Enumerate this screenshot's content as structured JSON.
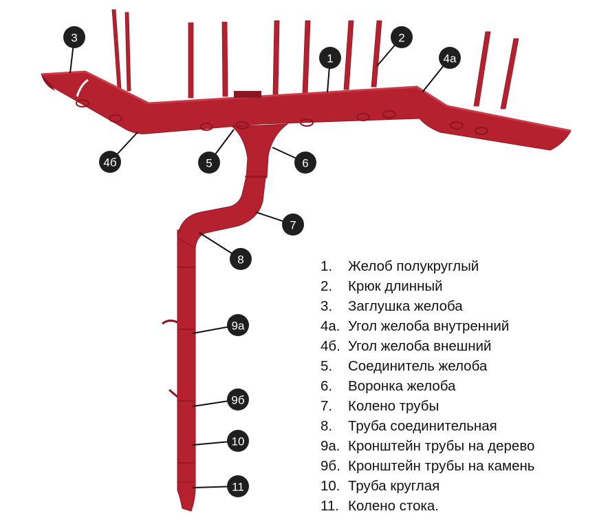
{
  "colors": {
    "gutter": "#B5212F",
    "gutter_dark": "#8E1622",
    "gutter_light": "#CC3A47",
    "marker_fill": "#1f1f1f",
    "leader": "#111111"
  },
  "markers": [
    {
      "label": "1"
    },
    {
      "label": "2"
    },
    {
      "label": "3"
    },
    {
      "label": "4а"
    },
    {
      "label": "4б"
    },
    {
      "label": "5"
    },
    {
      "label": "6"
    },
    {
      "label": "7"
    },
    {
      "label": "8"
    },
    {
      "label": "9а"
    },
    {
      "label": "9б"
    },
    {
      "label": "10"
    },
    {
      "label": "11"
    }
  ],
  "legend": [
    {
      "num": "1.",
      "text": "Желоб полукруглый"
    },
    {
      "num": "2.",
      "text": "Крюк длинный"
    },
    {
      "num": "3.",
      "text": "Заглушка желоба"
    },
    {
      "num": "4а.",
      "text": "Угол желоба внутренний"
    },
    {
      "num": "4б.",
      "text": "Угол желоба внешний"
    },
    {
      "num": "5.",
      "text": "Соединитель желоба"
    },
    {
      "num": "6.",
      "text": "Воронка желоба"
    },
    {
      "num": "7.",
      "text": "Колено трубы"
    },
    {
      "num": "8.",
      "text": "Труба соединительная"
    },
    {
      "num": "9а.",
      "text": "Кронштейн трубы на дерево"
    },
    {
      "num": "9б.",
      "text": "Кронштейн трубы на камень"
    },
    {
      "num": "10.",
      "text": "Труба круглая"
    },
    {
      "num": "11.",
      "text": "Колено стока."
    }
  ]
}
